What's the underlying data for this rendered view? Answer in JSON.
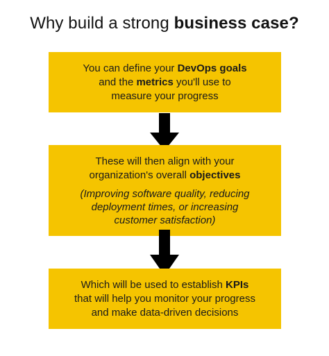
{
  "title": {
    "prefix": "Why build a strong ",
    "bold": "business case?"
  },
  "box1": {
    "line1_prefix": "You can define your ",
    "line1_bold": "DevOps goals",
    "line2_prefix": "and the ",
    "line2_bold": "metrics",
    "line2_suffix": " you'll use to",
    "line3": "measure your progress"
  },
  "box2": {
    "line1": "These will then align with your",
    "line2_prefix": "organization's overall ",
    "line2_bold": "objectives",
    "italic_line1": "(Improving software quality, reducing",
    "italic_line2": "deployment times, or increasing",
    "italic_line3": "customer satisfaction)"
  },
  "box3": {
    "line1_prefix": "Which will be used to establish ",
    "line1_bold": "KPIs",
    "line2": "that will help you monitor your progress",
    "line3": "and make data-driven decisions"
  },
  "colors": {
    "box_fill": "#f5c400",
    "arrow": "#000000",
    "text": "#1a1a1a"
  },
  "icons": [
    "down-arrow-icon",
    "down-arrow-icon"
  ]
}
